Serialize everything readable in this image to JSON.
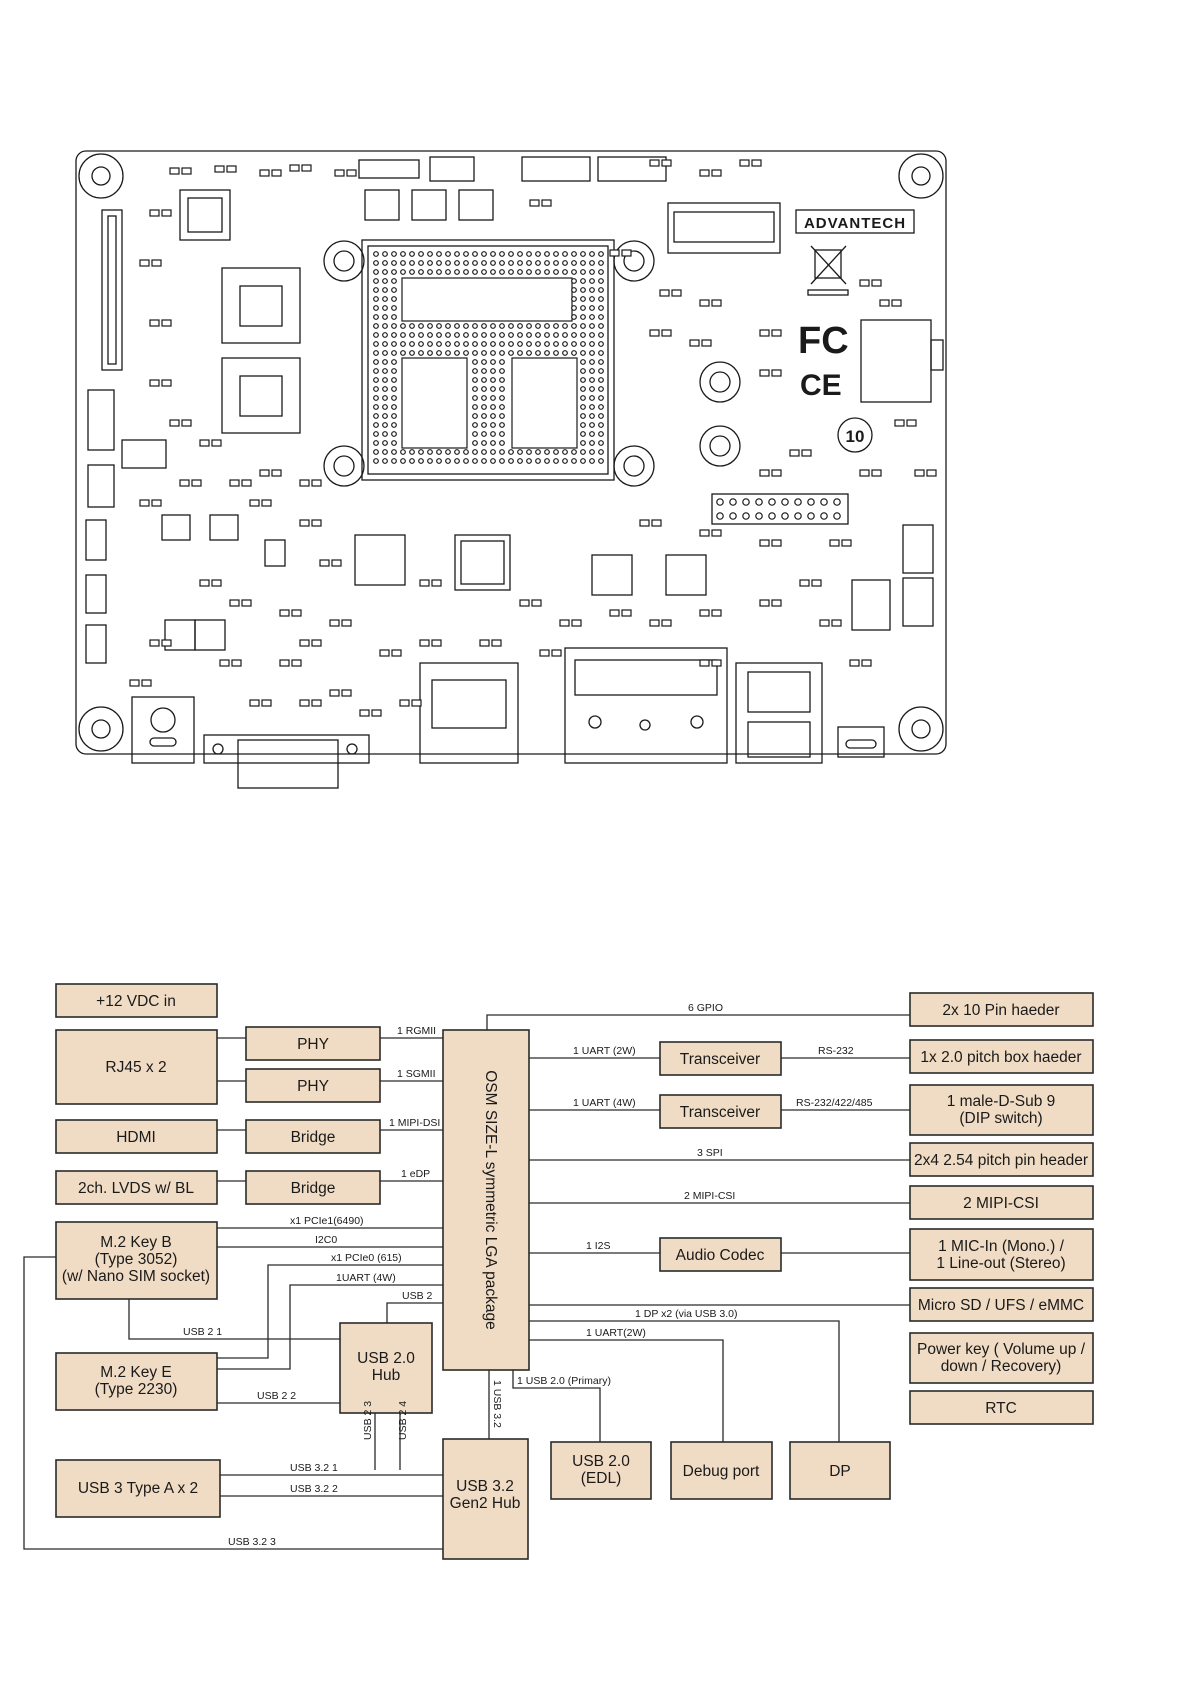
{
  "board": {
    "brand_logo": "ADVANTECH",
    "cert_marks": [
      "FC",
      "CE",
      "10"
    ]
  },
  "diagram": {
    "center": "OSM SIZE-L symmetric LGA package",
    "blocks": {
      "vdc": "+12 VDC in",
      "rj45": "RJ45 x 2",
      "phy1": "PHY",
      "phy2": "PHY",
      "hdmi": "HDMI",
      "bridge1": "Bridge",
      "lvds": "2ch. LVDS w/ BL",
      "bridge2": "Bridge",
      "m2b": [
        "M.2 Key B",
        "(Type 3052)",
        "(w/ Nano SIM socket)"
      ],
      "m2e": [
        "M.2 Key E",
        "(Type 2230)"
      ],
      "usbhub": [
        "USB 2.0",
        "Hub"
      ],
      "usb3a": "USB 3 Type A x 2",
      "usb32hub": [
        "USB 3.2",
        "Gen2 Hub"
      ],
      "usbedl": [
        "USB 2.0",
        "(EDL)"
      ],
      "debug": "Debug port",
      "dp": "DP",
      "trans1": "Transceiver",
      "trans2": "Transceiver",
      "codec": "Audio Codec",
      "pin10": "2x 10 Pin haeder",
      "boxhdr": "1x 2.0 pitch box haeder",
      "dsub": [
        "1 male-D-Sub 9",
        "(DIP switch)"
      ],
      "pinhdr": "2x4 2.54 pitch pin header",
      "mipicsi": "2 MIPI-CSI",
      "mic": [
        "1 MIC-In (Mono.) /",
        "1 Line-out (Stereo)"
      ],
      "sd": "Micro SD / UFS  / eMMC",
      "power": [
        "Power key ( Volume up /",
        "down / Recovery)"
      ],
      "rtc": "RTC"
    },
    "labels": {
      "rgmii": "1 RGMII",
      "sgmii": "1 SGMII",
      "mipidsi": "1 MIPI-DSI",
      "edp": "1 eDP",
      "pcie1": "x1 PCIe1(6490)",
      "i2c0": "I2C0",
      "pcie0": "x1 PCIe0 (615)",
      "uart4w_l": "1UART (4W)",
      "usb2": "USB 2",
      "usb21": "USB 2 1",
      "usb22": "USB  2 2",
      "usb23": "USB 2 3",
      "usb24": "USB 2 4",
      "usb321": "USB 3.2 1",
      "usb322": "USB 3.2 2",
      "usb323": "USB 3.2 3",
      "usb32": "1 USB 3.2",
      "usb20p": "1 USB 2.0 (Primary)",
      "gpio": "6 GPIO",
      "uart2w": "1 UART (2W)",
      "rs232": "RS-232",
      "uart4w": "1 UART (4W)",
      "rs485": "RS-232/422/485",
      "spi": "3 SPI",
      "csi": "2 MIPI-CSI",
      "i2s": "1 I2S",
      "dpx2": "1 DP x2 (via USB 3.0)",
      "uart2w_b": "1 UART(2W)"
    }
  }
}
